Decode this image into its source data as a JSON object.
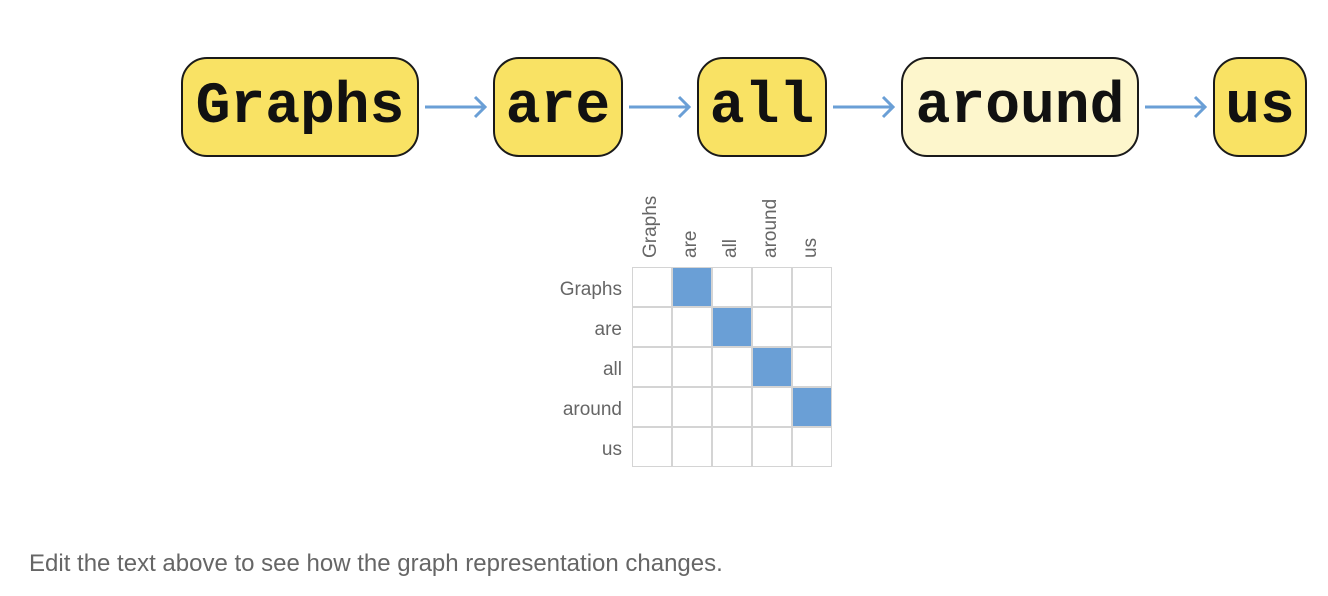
{
  "nodes": [
    {
      "label": "Graphs",
      "fill": "#f9e264"
    },
    {
      "label": "are",
      "fill": "#f9e264"
    },
    {
      "label": "all",
      "fill": "#f9e264"
    },
    {
      "label": "around",
      "fill": "#fdf6cc"
    },
    {
      "label": "us",
      "fill": "#f9e264"
    }
  ],
  "colors": {
    "edge": "#6a9fd6",
    "matrix_on": "#6a9fd6",
    "matrix_grid": "#d4d4d4",
    "label_text": "#666666"
  },
  "matrix": {
    "row_labels": [
      "Graphs",
      "are",
      "all",
      "around",
      "us"
    ],
    "col_labels": [
      "Graphs",
      "are",
      "all",
      "around",
      "us"
    ],
    "cells": [
      [
        0,
        1,
        0,
        0,
        0
      ],
      [
        0,
        0,
        1,
        0,
        0
      ],
      [
        0,
        0,
        0,
        1,
        0
      ],
      [
        0,
        0,
        0,
        0,
        1
      ],
      [
        0,
        0,
        0,
        0,
        0
      ]
    ]
  },
  "caption": "Edit the text above to see how the graph representation changes."
}
